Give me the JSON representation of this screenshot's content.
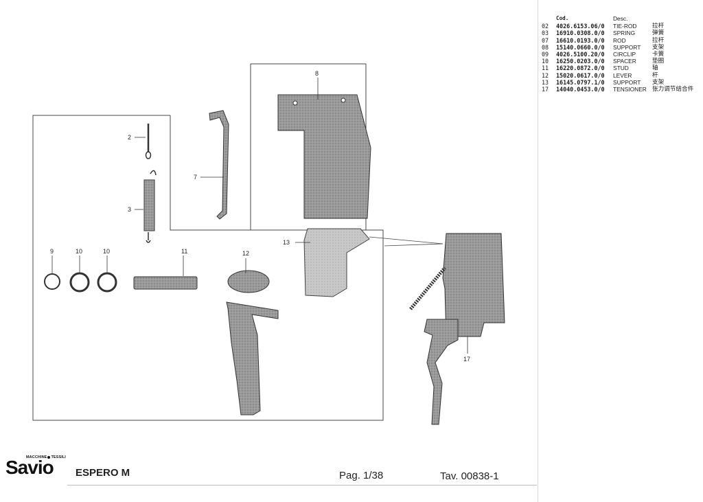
{
  "parts_table": {
    "header": {
      "code": "Cod.",
      "desc": "Desc."
    },
    "rows": [
      {
        "index": "02",
        "code": "4026.6153.06/0",
        "desc": "TIE-ROD",
        "desc_cn": "拉杆"
      },
      {
        "index": "03",
        "code": "16910.0308.0/0",
        "desc": "SPRING",
        "desc_cn": "弹簧"
      },
      {
        "index": "07",
        "code": "16610.0193.0/0",
        "desc": "ROD",
        "desc_cn": "拉杆"
      },
      {
        "index": "08",
        "code": "15140.0660.0/0",
        "desc": "SUPPORT",
        "desc_cn": "支架"
      },
      {
        "index": "09",
        "code": "4026.5100.20/0",
        "desc": "CIRCLIP",
        "desc_cn": "卡簧"
      },
      {
        "index": "10",
        "code": "16250.0203.0/0",
        "desc": "SPACER",
        "desc_cn": "垫圈"
      },
      {
        "index": "11",
        "code": "16220.0872.0/0",
        "desc": "STUD",
        "desc_cn": "轴"
      },
      {
        "index": "12",
        "code": "15020.0617.0/0",
        "desc": "LEVER",
        "desc_cn": "杆"
      },
      {
        "index": "13",
        "code": "16145.0797.1/0",
        "desc": "SUPPORT",
        "desc_cn": "支架"
      },
      {
        "index": "17",
        "code": "14040.0453.0/0",
        "desc": "TENSIONER",
        "desc_cn": "张力调节结合件"
      }
    ]
  },
  "drawing": {
    "callouts": {
      "c2": "2",
      "c3": "3",
      "c7": "7",
      "c8": "8",
      "c9": "9",
      "c10a": "10",
      "c10b": "10",
      "c11": "11",
      "c12": "12",
      "c13": "13",
      "c17": "17"
    }
  },
  "footer": {
    "brand_tagline_left": "MACCHINE",
    "brand_tagline_right": "TESSILI",
    "brand_name": "Savio",
    "model": "ESPERO M",
    "page": "Pag. 1/38",
    "table_ref": "Tav. 00838-1"
  }
}
